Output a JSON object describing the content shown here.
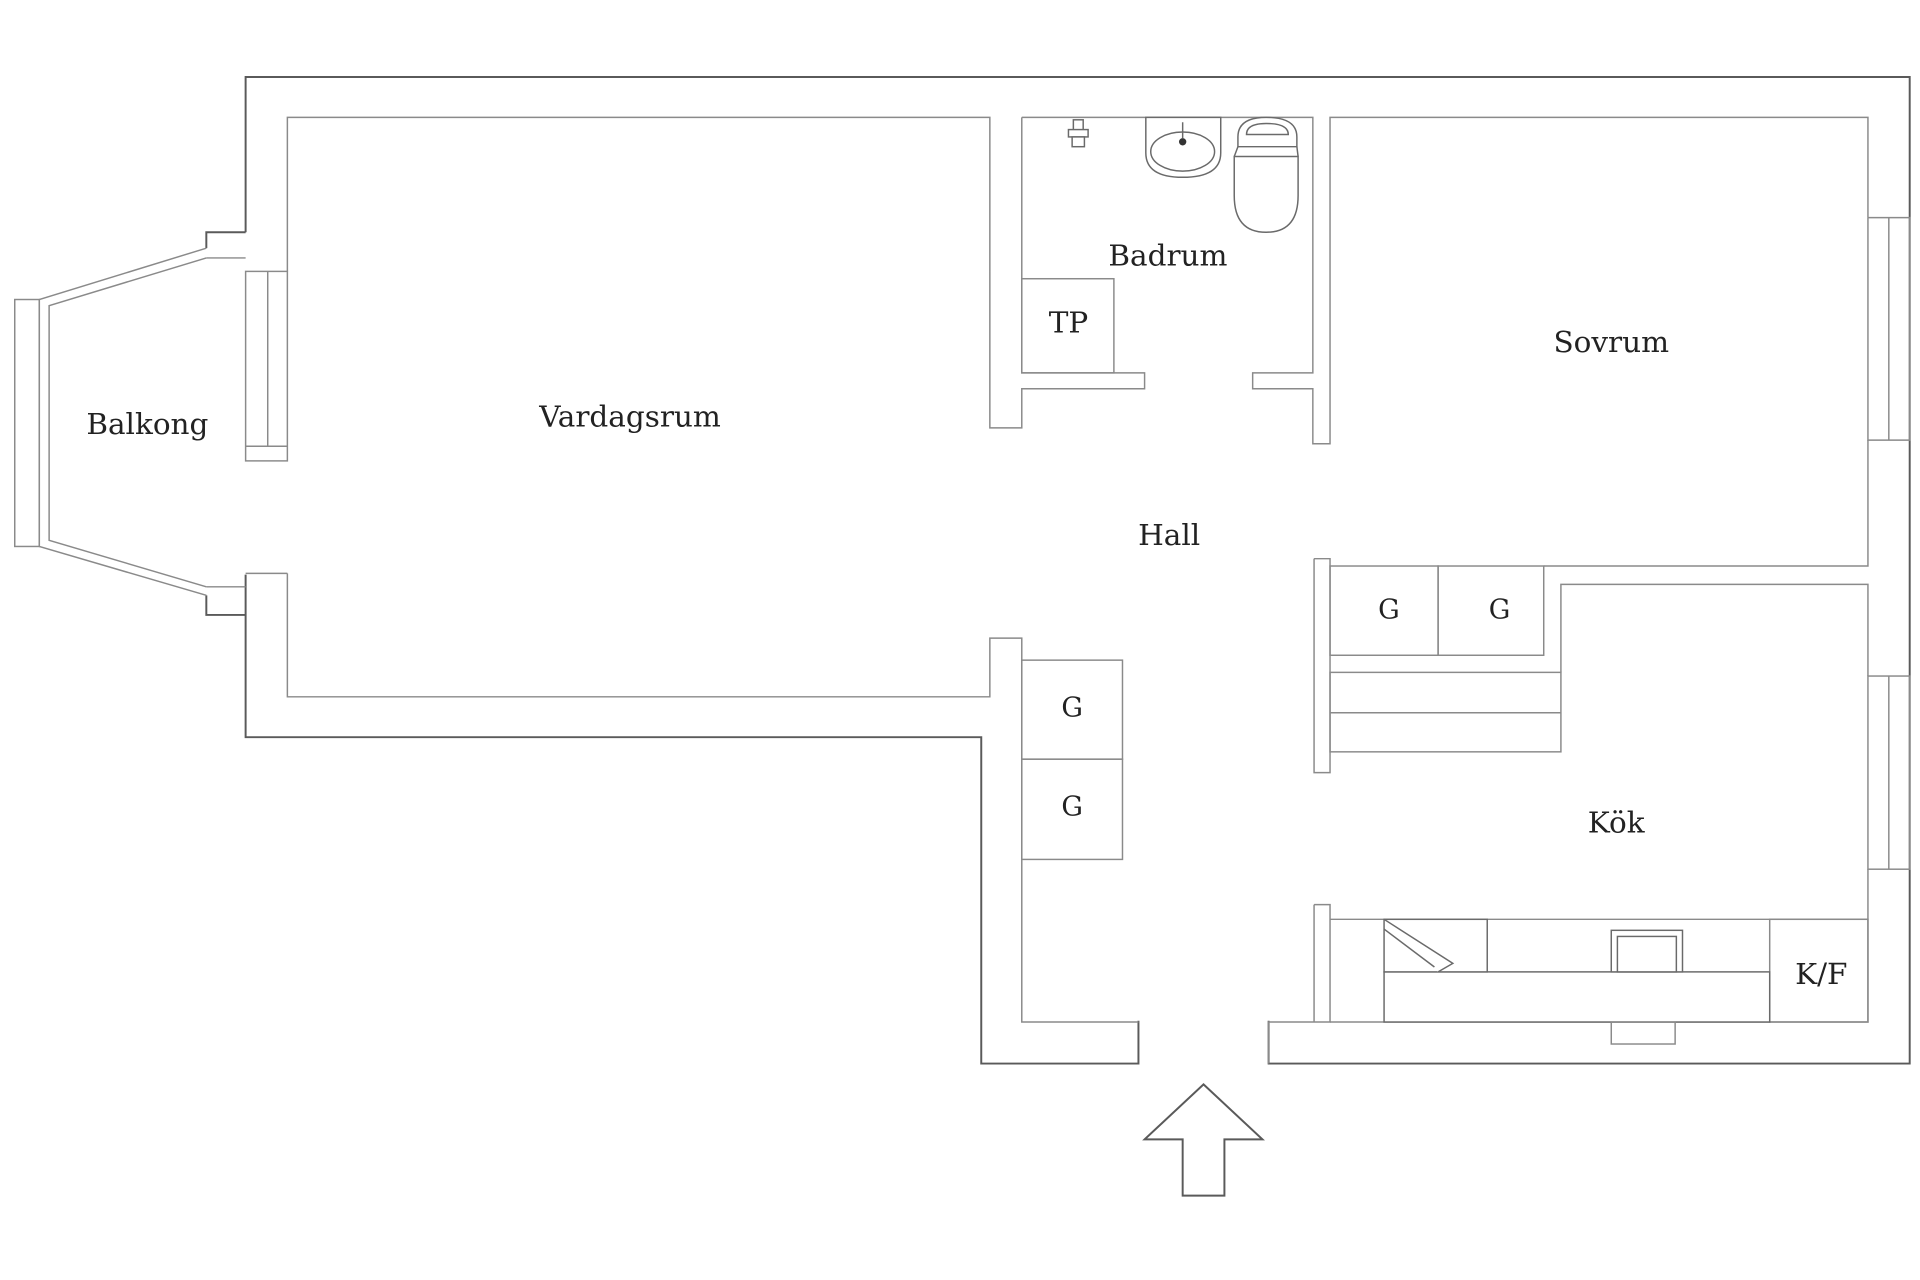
{
  "rooms": {
    "balkong": "Balkong",
    "vardagsrum": "Vardagsrum",
    "badrum": "Badrum",
    "tp": "TP",
    "sovrum": "Sovrum",
    "hall": "Hall",
    "kok": "Kök",
    "kf": "K/F"
  },
  "closets": {
    "hall_upper": "G",
    "hall_lower": "G",
    "bedroom_left": "G",
    "bedroom_right": "G"
  },
  "icons": {
    "entrance": "entrance-arrow-icon",
    "toilet": "toilet-icon",
    "sink": "sink-icon",
    "faucet": "faucet-icon",
    "stove": "stove-icon",
    "kitchen_sink": "kitchen-sink-icon"
  },
  "colors": {
    "wall": "#5a5a5a",
    "background": "#ffffff",
    "text": "#222222"
  }
}
